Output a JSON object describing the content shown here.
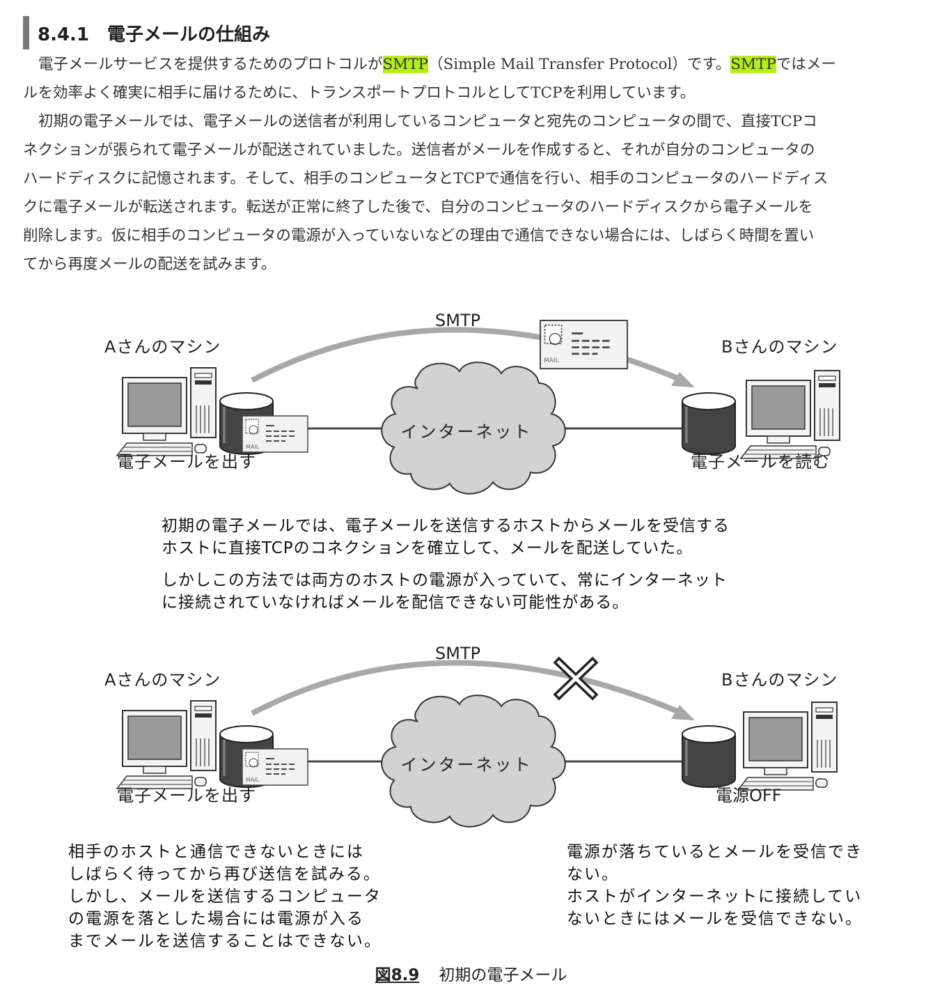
{
  "section": {
    "number": "8.4.1",
    "title": "電子メールの仕組み"
  },
  "paragraph1": {
    "line1_a": "電子メールサービスを提供するためのプロトコルが",
    "line1_hl1": "SMTP",
    "line1_b": "（Simple Mail Transfer Protocol）です。",
    "line1_hl2": "SMTP",
    "line1_c": "ではメー",
    "line2": "ルを効率よく確実に相手に届けるために、トランスポートプロトコルとしてTCPを利用しています。"
  },
  "paragraph2": {
    "lines": [
      "初期の電子メールでは、電子メールの送信者が利用しているコンピュータと宛先のコンピュータの間で、直接TCPコ",
      "ネクションが張られて電子メールが配送されていました。送信者がメールを作成すると、それが自分のコンピュータの",
      "ハードディスクに記憶されます。そして、相手のコンピュータとTCPで通信を行い、相手のコンピュータのハードディス",
      "クに電子メールが転送されます。転送が正常に終了した後で、自分のコンピュータのハードディスクから電子メールを",
      "削除します。仮に相手のコンピュータの電源が入っていないなどの理由で通信できない場合には、しばらく時間を置い",
      "てから再度メールの配送を試みます。"
    ]
  },
  "diagram_top": {
    "smtp_label": "SMTP",
    "machine_a": "Aさんのマシン",
    "machine_b": "Bさんのマシン",
    "internet": "インターネット",
    "send_label": "電子メールを出す",
    "read_label": "電子メールを読む",
    "mail_label": "MAIL"
  },
  "note_top": {
    "lines": [
      "初期の電子メールでは、電子メールを送信するホストからメールを受信する",
      "ホストに直接TCPのコネクションを確立して、メールを配送していた。"
    ],
    "lines2": [
      "しかしこの方法では両方のホストの電源が入っていて、常にインターネット",
      "に接続されていなければメールを配信できない可能性がある。"
    ]
  },
  "diagram_bottom": {
    "smtp_label": "SMTP",
    "machine_a": "Aさんのマシン",
    "machine_b": "Bさんのマシン",
    "internet": "インターネット",
    "send_label": "電子メールを出す",
    "power_off_label": "電源OFF",
    "mail_label": "MAIL"
  },
  "note_bottom_left": {
    "lines": [
      "相手のホストと通信できないときには",
      "しばらく待ってから再び送信を試みる。",
      "しかし、メールを送信するコンピュータ",
      "の電源を落とした場合には電源が入る",
      "までメールを送信することはできない。"
    ]
  },
  "note_bottom_right": {
    "lines": [
      "電源が落ちているとメールを受信でき",
      "ない。",
      "ホストがインターネットに接続してい",
      "ないときにはメールを受信できない。"
    ]
  },
  "caption": {
    "figure_number": "図8.9",
    "title": "初期の電子メール"
  },
  "colors": {
    "highlight": "#b5ef1a",
    "arrow": "#a8a8a8",
    "cloud_fill": "#d2d2d2",
    "heading_bar": "#7a7a7a"
  }
}
